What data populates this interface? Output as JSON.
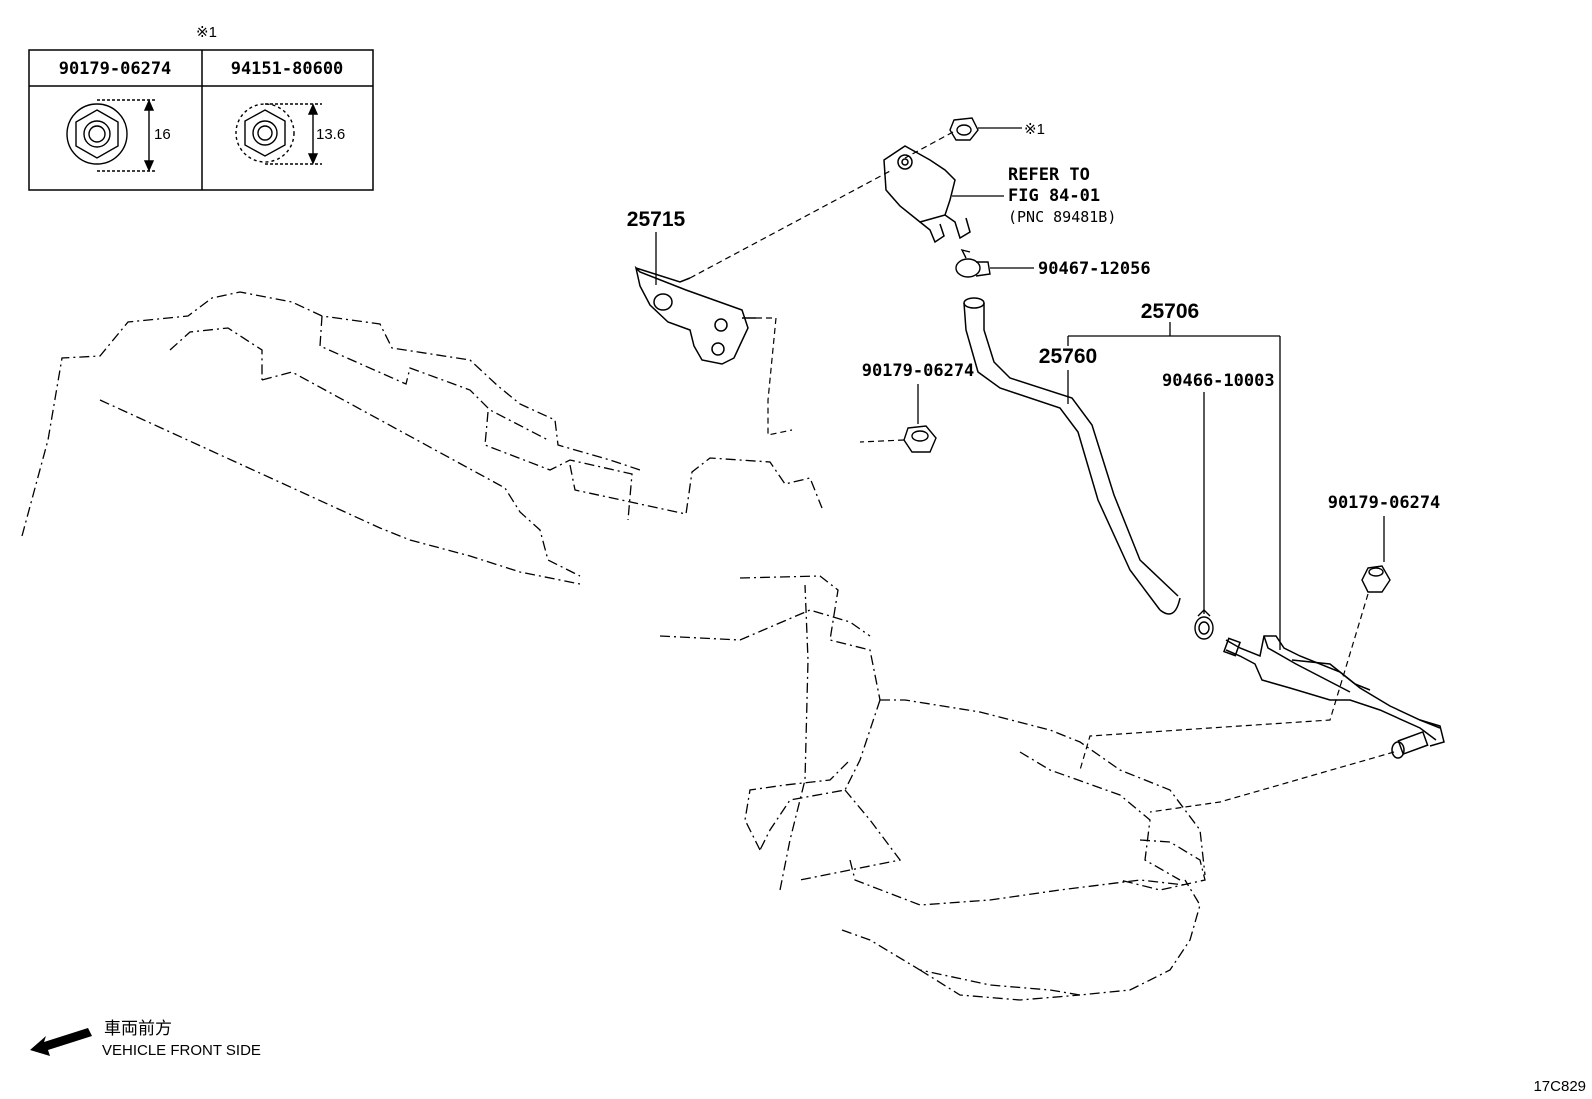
{
  "nut_table": {
    "note_mark": "※1",
    "columns": [
      {
        "part_number": "90179-06274",
        "dimension": "16"
      },
      {
        "part_number": "94151-80600",
        "dimension": "13.6"
      }
    ]
  },
  "callouts": {
    "bracket": "25715",
    "sensor_ref_line1": "REFER TO",
    "sensor_ref_line2": "FIG 84-01",
    "sensor_ref_line3": "(PNC 89481B)",
    "sensor_nut_note": "※1",
    "hose_clip": "90467-12056",
    "tube_assembly": "25706",
    "hose": "25760",
    "clamp": "90466-10003",
    "nut_mid": "90179-06274",
    "nut_right": "90179-06274"
  },
  "legend": {
    "japanese": "車両前方",
    "english": "VEHICLE FRONT SIDE"
  },
  "figure_code": "17C829"
}
